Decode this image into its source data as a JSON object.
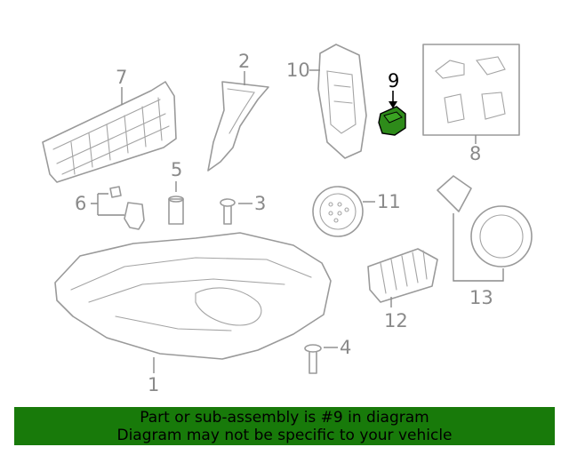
{
  "callouts": {
    "c1": "1",
    "c2": "2",
    "c3": "3",
    "c4": "4",
    "c5": "5",
    "c6": "6",
    "c7": "7",
    "c8": "8",
    "c9": "9",
    "c10": "10",
    "c11": "11",
    "c12": "12",
    "c13": "13"
  },
  "highlight_color": "#2e8b1a",
  "banner": {
    "color": "#187a0a",
    "line1": "Part or sub-assembly is #9 in diagram",
    "line2": "Diagram may not be specific to your vehicle"
  }
}
